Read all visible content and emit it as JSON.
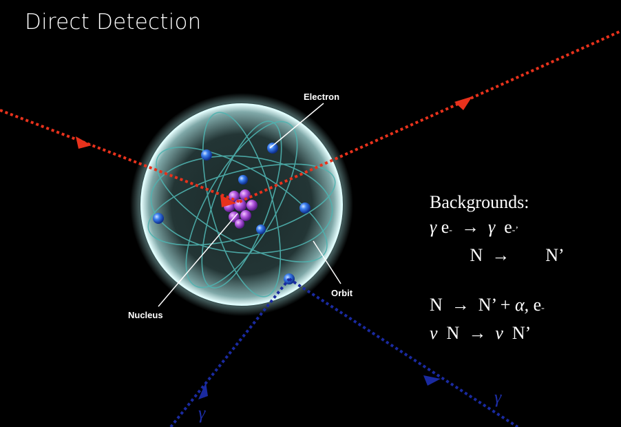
{
  "title": "Direct Detection",
  "atom_labels": {
    "electron": "Electron",
    "nucleus": "Nucleus",
    "orbit": "Orbit"
  },
  "backgrounds": {
    "heading": "Backgrounds:",
    "line1": {
      "a": "γ",
      "b": "e",
      "b_sup": "-",
      "arrow": "→",
      "c": "γ",
      "d": "e",
      "d_sup": "-’"
    },
    "line2": {
      "a": "N",
      "arrow": "→",
      "b": "N’"
    },
    "line3": {
      "a": "N",
      "arrow": "→",
      "b": "N’ +",
      "c": "α,",
      "d": "e",
      "d_sup": "-"
    },
    "line4": {
      "a": "ν",
      "b": "N",
      "arrow": "→",
      "c": "ν",
      "d": "N’"
    }
  },
  "gamma_labels": {
    "incoming": "γ",
    "outgoing": "γ"
  },
  "colors": {
    "wimp_track": "#e8321c",
    "gamma_track": "#1a2aa0",
    "orbit": "#4fb3b0",
    "electron": "#2b6fe0",
    "nucleus": "#b25ad8"
  }
}
